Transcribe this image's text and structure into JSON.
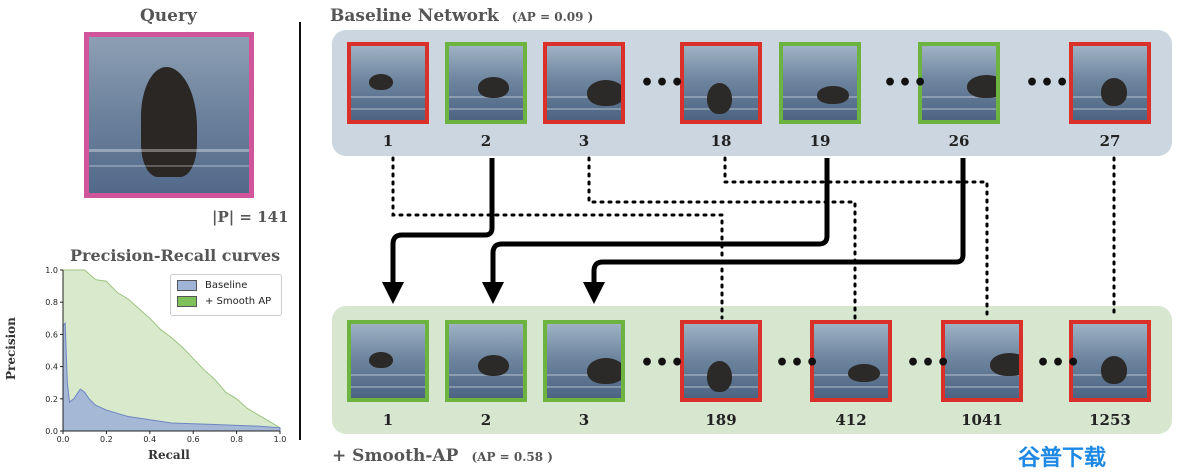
{
  "query": {
    "title": "Query",
    "positives_label": "|P| = 141"
  },
  "pr_plot": {
    "title": "Precision-Recall curves",
    "xlabel": "Recall",
    "ylabel": "Precision",
    "legend": [
      "Baseline",
      "+ Smooth AP"
    ],
    "xticks": [
      "0.0",
      "0.2",
      "0.4",
      "0.6",
      "0.8",
      "1.0"
    ],
    "yticks": [
      "0.0",
      "0.2",
      "0.4",
      "0.6",
      "0.8",
      "1.0"
    ]
  },
  "baseline": {
    "title": "Baseline Network",
    "ap_label": "(AP = 0.09 )",
    "ranks": [
      {
        "rank": "1",
        "border": "red"
      },
      {
        "rank": "2",
        "border": "green"
      },
      {
        "rank": "3",
        "border": "red"
      },
      {
        "rank": "18",
        "border": "red"
      },
      {
        "rank": "19",
        "border": "green"
      },
      {
        "rank": "26",
        "border": "green"
      },
      {
        "rank": "27",
        "border": "red"
      }
    ]
  },
  "smooth": {
    "title": "+ Smooth-AP",
    "ap_label": "(AP = 0.58 )",
    "ranks": [
      {
        "rank": "1",
        "border": "green"
      },
      {
        "rank": "2",
        "border": "green"
      },
      {
        "rank": "3",
        "border": "green"
      },
      {
        "rank": "189",
        "border": "red"
      },
      {
        "rank": "412",
        "border": "red"
      },
      {
        "rank": "1041",
        "border": "red"
      },
      {
        "rank": "1253",
        "border": "red"
      }
    ]
  },
  "colors": {
    "positive_border": "#6db33f",
    "negative_border": "#d9312a",
    "query_border": "#d0559a",
    "baseline_panel": "#ccd6e0",
    "smooth_panel": "#d6e6cf",
    "baseline_fill": "#9fb3d6",
    "smooth_fill": "#cfe3bf"
  },
  "chart_data": {
    "type": "area",
    "title": "Precision-Recall curves",
    "xlabel": "Recall",
    "ylabel": "Precision",
    "xlim": [
      0.0,
      1.0
    ],
    "ylim": [
      0.0,
      1.0
    ],
    "legend_position": "top-right",
    "series": [
      {
        "name": "Baseline",
        "x": [
          0.0,
          0.01,
          0.02,
          0.03,
          0.05,
          0.08,
          0.1,
          0.12,
          0.15,
          0.2,
          0.3,
          0.4,
          0.5,
          0.6,
          0.7,
          0.8,
          0.9,
          1.0
        ],
        "y": [
          0.65,
          0.67,
          0.3,
          0.18,
          0.2,
          0.26,
          0.24,
          0.2,
          0.16,
          0.13,
          0.09,
          0.07,
          0.05,
          0.045,
          0.04,
          0.035,
          0.03,
          0.02
        ]
      },
      {
        "name": "+ Smooth AP",
        "x": [
          0.0,
          0.01,
          0.05,
          0.1,
          0.15,
          0.2,
          0.25,
          0.3,
          0.35,
          0.4,
          0.45,
          0.5,
          0.55,
          0.6,
          0.65,
          0.7,
          0.75,
          0.8,
          0.85,
          0.9,
          0.95,
          1.0
        ],
        "y": [
          1.0,
          1.0,
          1.0,
          1.0,
          0.94,
          0.93,
          0.86,
          0.82,
          0.76,
          0.7,
          0.63,
          0.58,
          0.52,
          0.45,
          0.38,
          0.32,
          0.24,
          0.2,
          0.14,
          0.1,
          0.06,
          0.02
        ]
      }
    ]
  }
}
